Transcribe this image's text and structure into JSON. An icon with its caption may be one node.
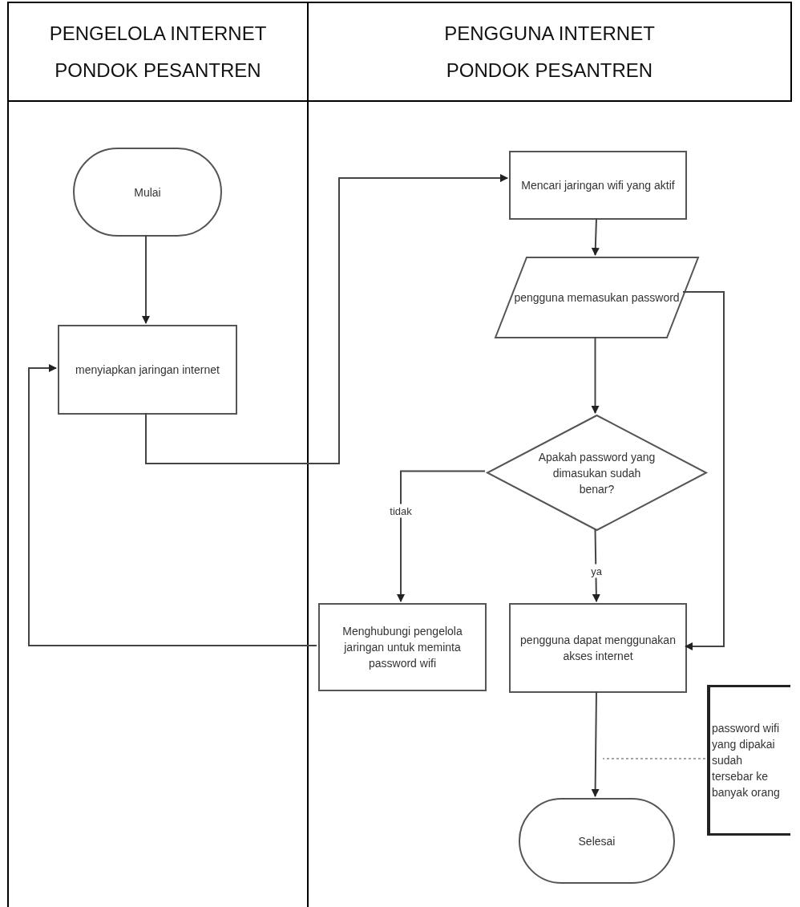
{
  "diagram": {
    "nodes": [
      {
        "text": [
          "PENGELOLA INTERNET PONDOK PESANTREN"
        ]
      },
      {
        "text": [
          "PENGGUNA INTERNET PONDOK PESANTREN"
        ]
      },
      {
        "text": [
          "Mulai"
        ],
        "in": 0
      },
      {
        "text": [
          "menyiapkan jaringan internet"
        ],
        "in": 0
      },
      {
        "text": [
          "Mencari jaringan wifi yang aktif"
        ],
        "in": 1
      },
      {
        "text": [
          "pengguna memasukan password"
        ],
        "in": 1
      },
      {
        "text": [
          "Apakah password yang dimasukan sudah benar?"
        ],
        "in": 1
      },
      {
        "text": [
          "Menghubungi pengelola jaringan untuk meminta password wifi"
        ],
        "in": 1
      },
      {
        "text": [
          "pengguna dapat menggunakan akses internet"
        ],
        "in": 1
      },
      {
        "text": [
          "Selesai"
        ],
        "in": 1
      },
      {
        "text": [
          "password wifi yang dipakai sudah tersebar ke banyak orang"
        ],
        "in": 1
      }
    ],
    "edges": [
      {
        "from": 2,
        "to": 3,
        "arrow": "to"
      },
      {
        "from": 3,
        "to": 4,
        "arrow": "to"
      },
      {
        "from": 4,
        "to": 5,
        "arrow": "to"
      },
      {
        "from": 5,
        "to": 6,
        "arrow": "to"
      },
      {
        "from": 6,
        "to": 7,
        "arrow": "to",
        "label": "tidak"
      },
      {
        "from": 6,
        "to": 8,
        "arrow": "to",
        "label": "ya"
      },
      {
        "from": 5,
        "to": 8,
        "arrow": "to"
      },
      {
        "from": 7,
        "to": 3,
        "arrow": "to"
      },
      {
        "from": 8,
        "to": 9,
        "arrow": "to"
      },
      {
        "from": 10,
        "to": null,
        "arrow": "none",
        "style": "dashed",
        "color": "#888888"
      }
    ]
  }
}
